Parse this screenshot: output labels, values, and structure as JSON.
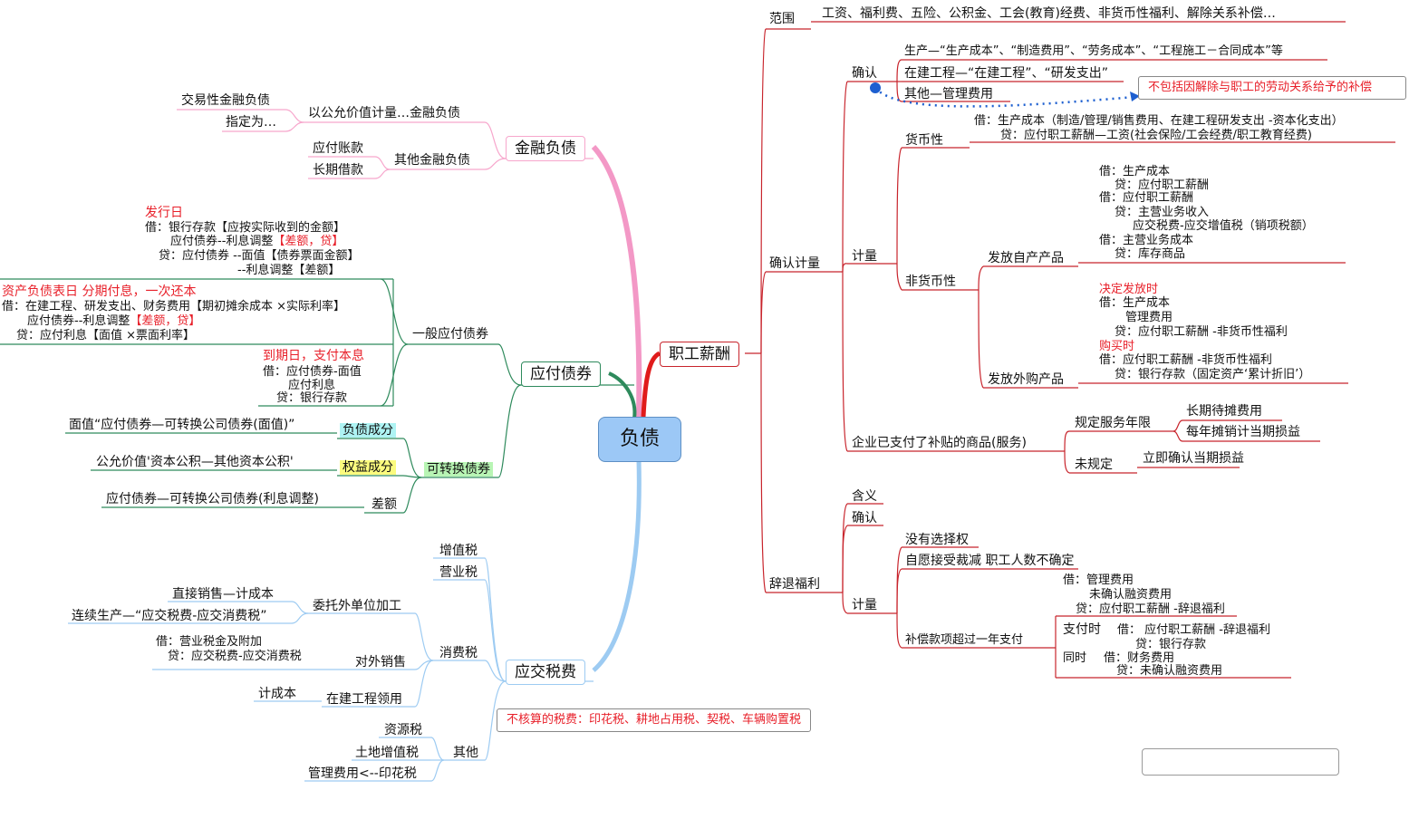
{
  "root": "负债",
  "branches": {
    "financial_liabilities": "金融负债",
    "bonds_payable": "应付债券",
    "taxes_payable": "应交税费",
    "payroll": "职工薪酬"
  },
  "financial": {
    "fvtpl": "以公允价值计量…金融负债",
    "trading": "交易性金融负债",
    "designated": "指定为…",
    "other": "其他金融负债",
    "ap": "应付账款",
    "ltloan": "长期借款"
  },
  "bonds": {
    "general": "一般应付债券",
    "issue_title": "发行日",
    "issue_lines": [
      "借：银行存款【应按实际收到的金额】",
      "应付债券--利息调整",
      "【差额，贷】",
      "贷：应付债券 --面值【债券票面金额】",
      "--利息调整【差额】"
    ],
    "bs_title": "资产负债表日  分期付息，一次还本",
    "bs_lines": [
      "借：在建工程、研发支出、财务费用【期初摊余成本  ×实际利率】",
      "应付债券--利息调整",
      "【差额，贷】",
      "贷：应付利息【面值 ×票面利率】"
    ],
    "mat_title": "到期日，支付本息",
    "mat_lines": [
      "借：应付债券-面值",
      "应付利息",
      "贷：银行存款"
    ],
    "convertible": "可转换债券",
    "liab_component": "负债成分",
    "liab_text": "面值“应付债券—可转换公司债券(面值)”",
    "equity_component": "权益成分",
    "equity_text": "公允价值'资本公积—其他资本公积'",
    "diff": "差额",
    "diff_text": "应付债券—可转换公司债券(利息调整)"
  },
  "taxes": {
    "vat": "增值税",
    "business": "营业税",
    "consumption": "消费税",
    "entrusted": "委托外单位加工",
    "direct_sale": "直接销售—计成本",
    "continue_prod": "连续生产—“应交税费-应交消费税”",
    "external_sale": "对外销售",
    "ext_lines": [
      "借：营业税金及附加",
      "贷：应交税费-应交消费税"
    ],
    "construction": "在建工程领用",
    "cost": "计成本",
    "other": "其他",
    "resource": "资源税",
    "land_vat": "土地增值税",
    "mgmt_fee": "管理费用<--印花税",
    "non_accounted": "不核算的税费：印花税、耕地占用税、契税、车辆购置税"
  },
  "payroll": {
    "scope": "范围",
    "scope_text": "工资、福利费、五险、公积金、工会(教育)经费、非货币性福利、解除关系补偿…",
    "recog_measure": "确认计量",
    "recognize": "确认",
    "rec_lines": [
      "生产—“生产成本”、“制造费用”、“劳务成本”、“工程施工－合同成本”等",
      "在建工程—“在建工程”、“研发支出”",
      "其他—管理费用"
    ],
    "note": "不包括因解除与职工的劳动关系给予的补偿",
    "monetary": "货币性",
    "mon_lines": [
      "借：生产成本（制造/管理/销售费用、在建工程研发支出  -资本化支出）",
      "贷：应付职工薪酬—工资(社会保险/工会经费/职工教育经费)"
    ],
    "measure": "计量",
    "nonmonetary": "非货币性",
    "own_products": "发放自产产品",
    "own_lines": [
      "借：生产成本",
      "贷：应付职工薪酬",
      "借：应付职工薪酬",
      "贷：主营业务收入",
      "应交税费-应交增值税（销项税额）",
      "借：主营业务成本",
      "贷：库存商品"
    ],
    "purchased": "发放外购产品",
    "decide_title": "决定发放时",
    "decide_lines": [
      "借：生产成本",
      "管理费用",
      "贷：应付职工薪酬 -非货币性福利"
    ],
    "buy_title": "购买时",
    "buy_lines": [
      "借：应付职工薪酬 -非货币性福利",
      "贷：银行存款（固定资产‘累计折旧’）"
    ],
    "subsidy": "企业已支付了补贴的商品(服务)",
    "service_period": "规定服务年限",
    "lt_deferred": "长期待摊费用",
    "amortize": "每年摊销计当期损益",
    "no_rule": "未规定",
    "immediate": "立即确认当期损益",
    "termination": "辞退福利",
    "meaning": "含义",
    "term_recognize": "确认",
    "term_measure": "计量",
    "no_choice": "没有选择权",
    "voluntary": "自愿接受裁减  职工人数不确定",
    "vol_lines": [
      "借：管理费用",
      "未确认融资费用",
      "贷：应付职工薪酬 -辞退福利"
    ],
    "over_one_year": "补偿款项超过一年支付",
    "pay_label": "支付时",
    "pay_lines": [
      "借：  应付职工薪酬 -辞退福利",
      "贷：银行存款"
    ],
    "same_label": "同时",
    "same_lines": [
      "借：财务费用",
      "贷：未确认融资费用"
    ]
  }
}
